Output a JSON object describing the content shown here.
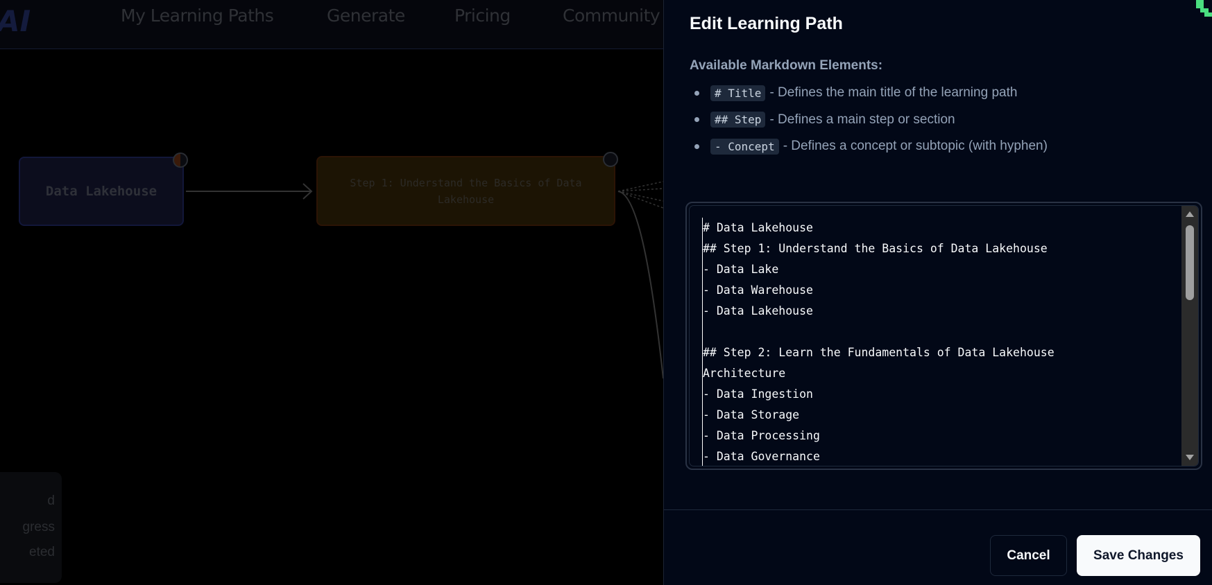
{
  "nav": {
    "logo": "AI",
    "items": [
      "My Learning Paths",
      "Generate",
      "Pricing",
      "Community"
    ]
  },
  "canvas": {
    "nodes": [
      {
        "label": "Data Lakehouse",
        "status": "in-progress"
      },
      {
        "label": "Step 1: Understand the Basics of Data Lakehouse",
        "status": "not-started"
      }
    ],
    "legend": [
      "d",
      "gress",
      "eted"
    ]
  },
  "panel": {
    "title": "Edit Learning Path",
    "help_heading": "Available Markdown Elements:",
    "help_items": [
      {
        "code": "# Title",
        "text": "- Defines the main title of the learning path"
      },
      {
        "code": "## Step",
        "text": "- Defines a main step or section"
      },
      {
        "code": "- Concept",
        "text": "- Defines a concept or subtopic (with hyphen)"
      }
    ],
    "editor_value": "# Data Lakehouse\n## Step 1: Understand the Basics of Data Lakehouse\n- Data Lake\n- Data Warehouse\n- Data Lakehouse\n\n## Step 2: Learn the Fundamentals of Data Lakehouse\nArchitecture\n- Data Ingestion\n- Data Storage\n- Data Processing\n- Data Governance",
    "cancel_label": "Cancel",
    "save_label": "Save Changes"
  },
  "colors": {
    "panel_bg": "#020817",
    "accent_green": "#4ade80",
    "save_bg": "#f8fafc"
  }
}
